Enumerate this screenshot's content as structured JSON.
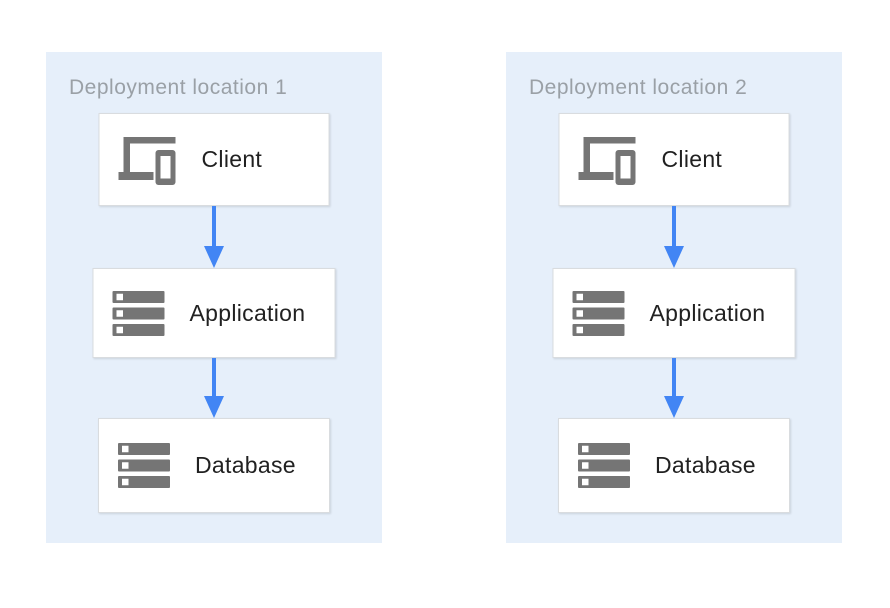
{
  "diagram": {
    "panels": [
      {
        "title": "Deployment location 1",
        "nodes": [
          {
            "label": "Client",
            "icon": "devices-icon"
          },
          {
            "label": "Application",
            "icon": "server-rack-icon"
          },
          {
            "label": "Database",
            "icon": "server-rack-icon"
          }
        ]
      },
      {
        "title": "Deployment location 2",
        "nodes": [
          {
            "label": "Client",
            "icon": "devices-icon"
          },
          {
            "label": "Application",
            "icon": "server-rack-icon"
          },
          {
            "label": "Database",
            "icon": "server-rack-icon"
          }
        ]
      }
    ],
    "colors": {
      "panel_background": "#E6EFFA",
      "arrow_blue": "#4285F4",
      "icon_gray": "#757575",
      "title_gray": "#9AA0A6",
      "label_text": "#212121",
      "box_border": "#D9DCDF"
    }
  }
}
